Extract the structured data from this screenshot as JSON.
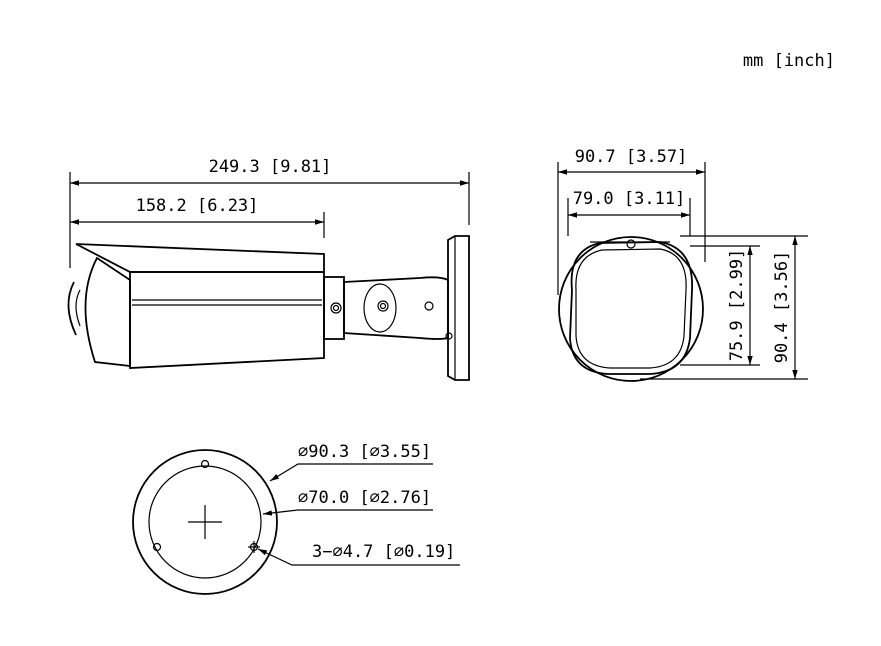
{
  "units_label": "mm [inch]",
  "side_view": {
    "overall_length": "249.3 [9.81]",
    "housing_length": "158.2 [6.23]"
  },
  "front_view": {
    "overall_width": "90.7 [3.57]",
    "body_width": "79.0 [3.11]",
    "body_height": "75.9 [2.99]",
    "overall_height": "90.4 [3.56]"
  },
  "base_view": {
    "outer_diameter": "⌀90.3 [⌀3.55]",
    "bolt_circle": "⌀70.0 [⌀2.76]",
    "holes": "3−⌀4.7 [⌀0.19]"
  }
}
